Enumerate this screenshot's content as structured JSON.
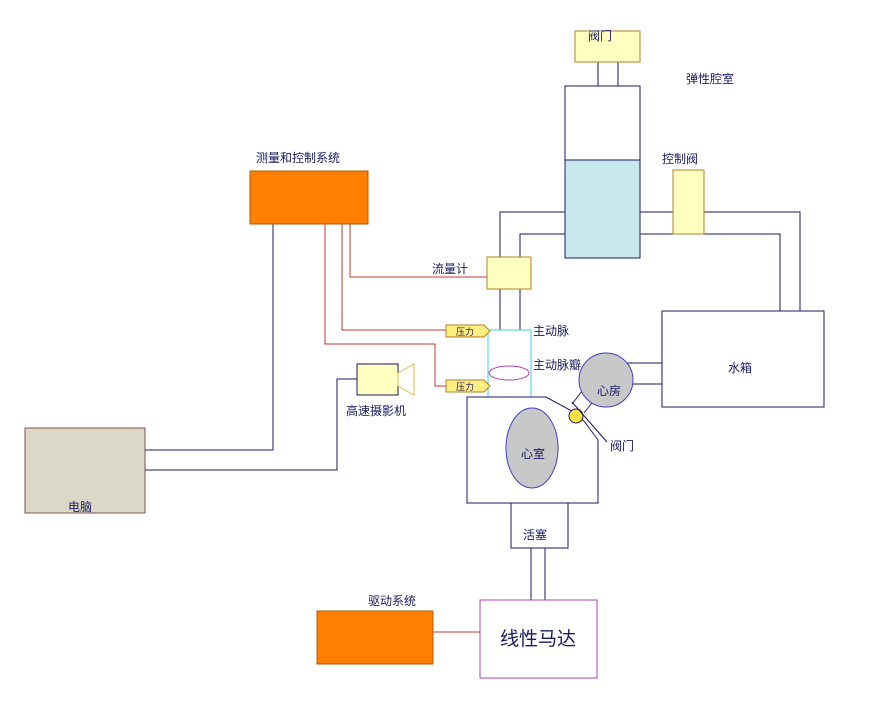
{
  "labels": {
    "valve_top": "阀门",
    "elastic_chamber": "弹性腔室",
    "control_valve": "控制阀",
    "measure_control": "测量和控制系统",
    "flowmeter": "流量计",
    "pressure_1": "压力",
    "pressure_2": "压力",
    "aorta": "主动脉",
    "aortic_valve": "主动脉瓣",
    "water_tank": "水箱",
    "atrium": "心房",
    "high_speed_camera": "高速摄影机",
    "valve_side": "阀门",
    "ventricle": "心室",
    "computer": "电脑",
    "piston": "活塞",
    "drive_system": "驱动系统",
    "linear_motor": "线性马达"
  },
  "colors": {
    "line_dark": "#1a1a60",
    "line_red": "#c0392b",
    "orange_box": "#ff8000",
    "yellow_box": "#ffffc0",
    "grey_box": "#dcd8c8",
    "chamber_fluid": "#c8e8ec",
    "aorta_outline": "#40d0e0",
    "heart_grey": "#c8c8c8",
    "motor_outline": "#b040b0"
  }
}
